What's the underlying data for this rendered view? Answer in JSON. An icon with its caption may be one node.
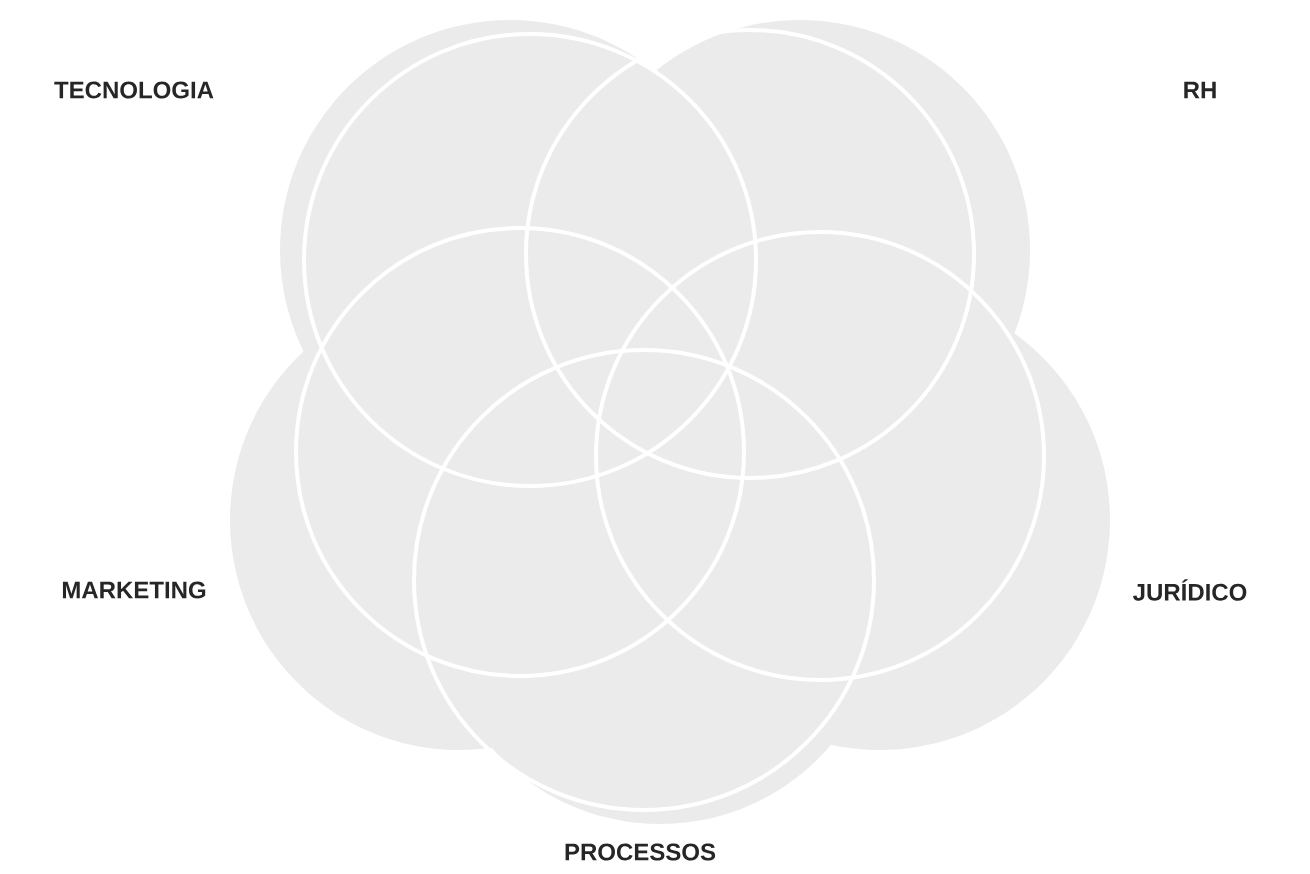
{
  "diagram": {
    "labels": [
      "TECNOLOGIA",
      "RH",
      "MARKETING",
      "JURÍDICO",
      "PROCESSOS"
    ]
  }
}
